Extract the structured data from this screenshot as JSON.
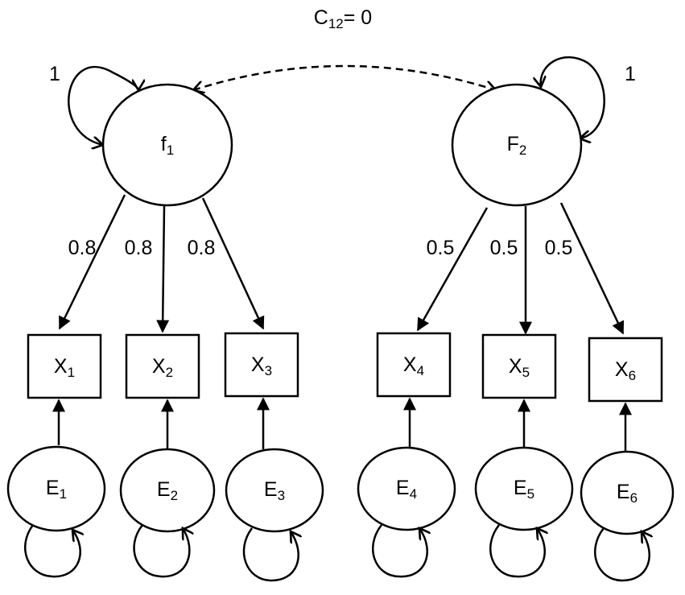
{
  "title": {
    "main": "C",
    "sub": "12",
    "suffix": "= 0"
  },
  "factors": [
    {
      "id": "f1",
      "main": "f",
      "sub": "1",
      "variance": "1"
    },
    {
      "id": "f2",
      "main": "F",
      "sub": "2",
      "variance": "1"
    }
  ],
  "indicators": [
    {
      "main": "X",
      "sub": "1",
      "loading": "0.8"
    },
    {
      "main": "X",
      "sub": "2",
      "loading": "0.8"
    },
    {
      "main": "X",
      "sub": "3",
      "loading": "0.8"
    },
    {
      "main": "X",
      "sub": "4",
      "loading": "0.5"
    },
    {
      "main": "X",
      "sub": "5",
      "loading": "0.5"
    },
    {
      "main": "X",
      "sub": "6",
      "loading": "0.5"
    }
  ],
  "errors": [
    {
      "main": "E",
      "sub": "1"
    },
    {
      "main": "E",
      "sub": "2"
    },
    {
      "main": "E",
      "sub": "3"
    },
    {
      "main": "E",
      "sub": "4"
    },
    {
      "main": "E",
      "sub": "5"
    },
    {
      "main": "E",
      "sub": "6"
    }
  ],
  "colors": {
    "stroke": "#000000",
    "background": "#ffffff"
  }
}
